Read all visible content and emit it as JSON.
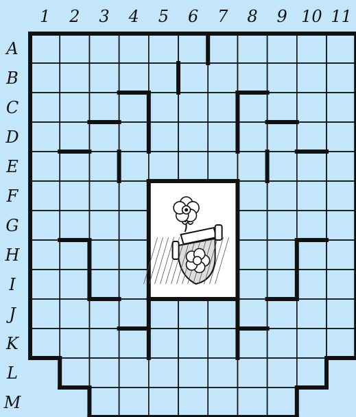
{
  "board": {
    "columns": [
      "1",
      "2",
      "3",
      "4",
      "5",
      "6",
      "7",
      "8",
      "9",
      "10",
      "11"
    ],
    "rows": [
      "A",
      "B",
      "C",
      "D",
      "E",
      "F",
      "G",
      "H",
      "I",
      "J",
      "K",
      "L",
      "M"
    ],
    "colors": {
      "background": "#c3e6fa",
      "grid_line": "#111111",
      "wall": "#111111",
      "throne_room_fill": "#ffffff"
    },
    "emblem": {
      "description": "coat-of-arms-with-roses",
      "icon": "rose-shield-emblem-icon"
    }
  }
}
